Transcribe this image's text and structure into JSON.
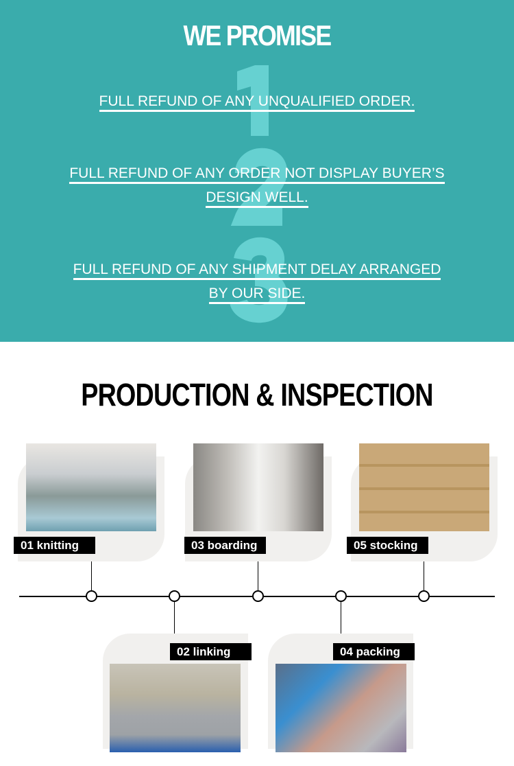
{
  "promise": {
    "title": "WE PROMISE",
    "numbers": [
      "1",
      "2",
      "3"
    ],
    "items": [
      {
        "lines": [
          "FULL REFUND OF ANY UNQUALIFIED ORDER."
        ]
      },
      {
        "lines": [
          "FULL REFUND OF ANY ORDER NOT DISPLAY BUYER’S",
          "DESIGN WELL."
        ]
      },
      {
        "lines": [
          "FULL REFUND OF ANY SHIPMENT DELAY ARRANGED",
          "BY OUR SIDE."
        ]
      }
    ]
  },
  "production": {
    "title": "PRODUCTION & INSPECTION",
    "steps": [
      {
        "label": "01 knitting"
      },
      {
        "label": "02 linking"
      },
      {
        "label": "03 boarding"
      },
      {
        "label": "04 packing"
      },
      {
        "label": "05 stocking"
      }
    ]
  },
  "colors": {
    "teal": "#3aacac",
    "number": "#66d1d1"
  }
}
